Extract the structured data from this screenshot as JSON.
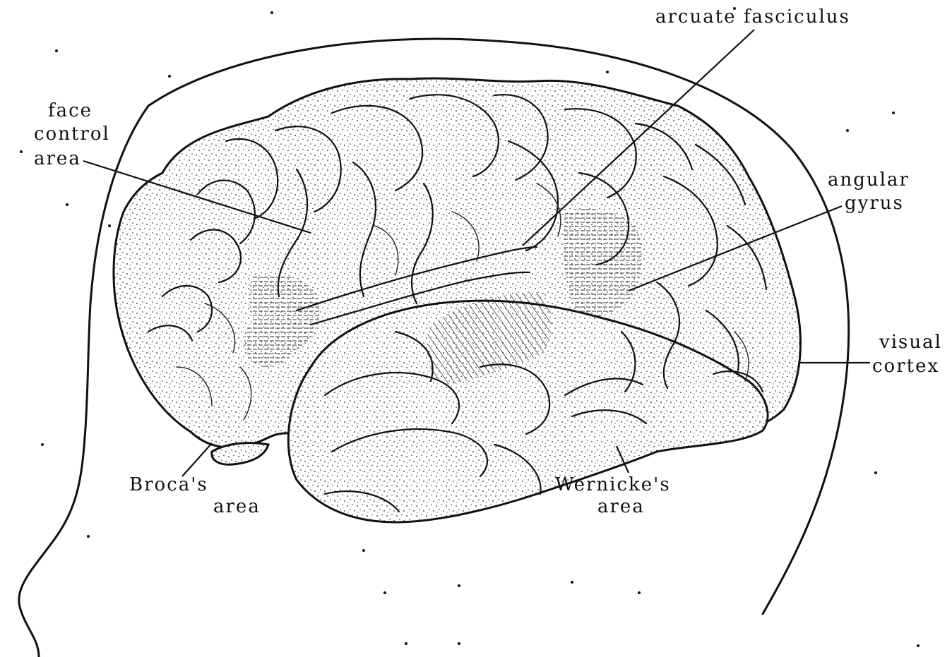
{
  "labels": {
    "arcuate": "arcuate fasciculus",
    "face_1": "face",
    "face_2": "control",
    "face_3": "area",
    "angular_1": "angular",
    "angular_2": "gyrus",
    "visual_1": "visual",
    "visual_2": "cortex",
    "broca_1": "Broca's",
    "broca_2": "area",
    "wernicke_1": "Wernicke's",
    "wernicke_2": "area"
  },
  "colors": {
    "ink": "#111111",
    "paper": "#ffffff"
  }
}
